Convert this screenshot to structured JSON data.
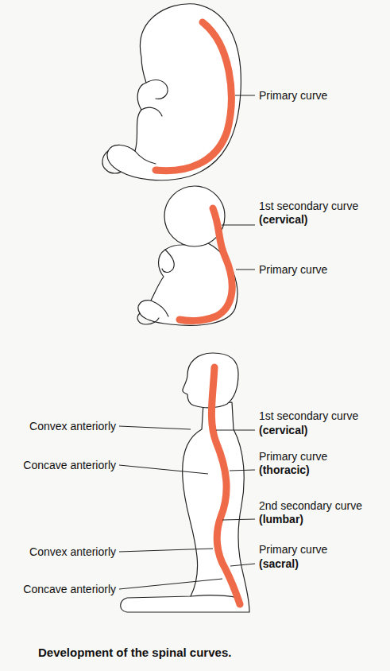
{
  "diagram": {
    "caption": "Development of the spinal curves.",
    "labels": [
      "Primary curve",
      "1st secondary curve",
      "(cervical)",
      "Primary curve",
      "Convex anteriorly",
      "1st secondary curve",
      "(cervical)",
      "Concave anteriorly",
      "Primary curve",
      "(thoracic)",
      "2nd secondary curve",
      "(lumbar)",
      "Convex anteriorly",
      "Primary curve",
      "Concave anteriorly",
      "(sacral)"
    ]
  }
}
